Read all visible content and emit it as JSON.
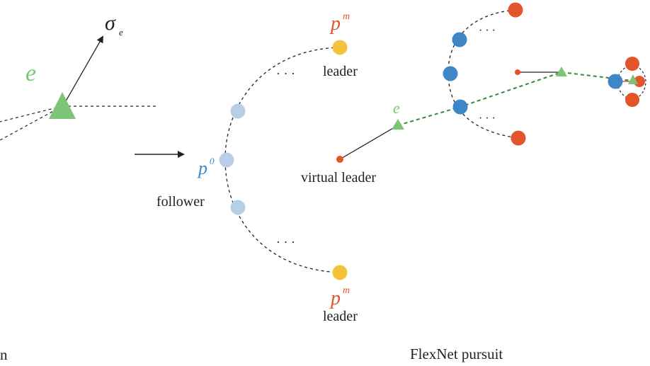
{
  "colors": {
    "green": "#7cc576",
    "blue_light": "#b8cde6",
    "blue": "#3f86c6",
    "orange": "#e2542a",
    "yellow": "#f7c23b",
    "text": "#222222",
    "dash": "#222222",
    "dark_green": "#2e8b3f"
  },
  "labels": {
    "e_big": "e",
    "sigma": "σ",
    "sigma_sub": "e",
    "pm_top": "p",
    "pm_top_sup": "m",
    "leader_top": "leader",
    "p0": "p",
    "p0_sup": "0",
    "follower": "follower",
    "pm_bottom": "p",
    "pm_bottom_sup": "m",
    "leader_bottom": "leader",
    "e_small": "e",
    "virtual_leader": "virtual leader",
    "ellipsis": "· · ·",
    "caption_left": "n",
    "caption_right": "FlexNet pursuit"
  },
  "icons": {
    "evader": "green-triangle-icon",
    "follower_agent": "blue-circle-icon",
    "leader_agent": "yellow-circle-icon",
    "pursuer_leader": "orange-circle-icon",
    "arrow": "right-arrow-icon"
  }
}
